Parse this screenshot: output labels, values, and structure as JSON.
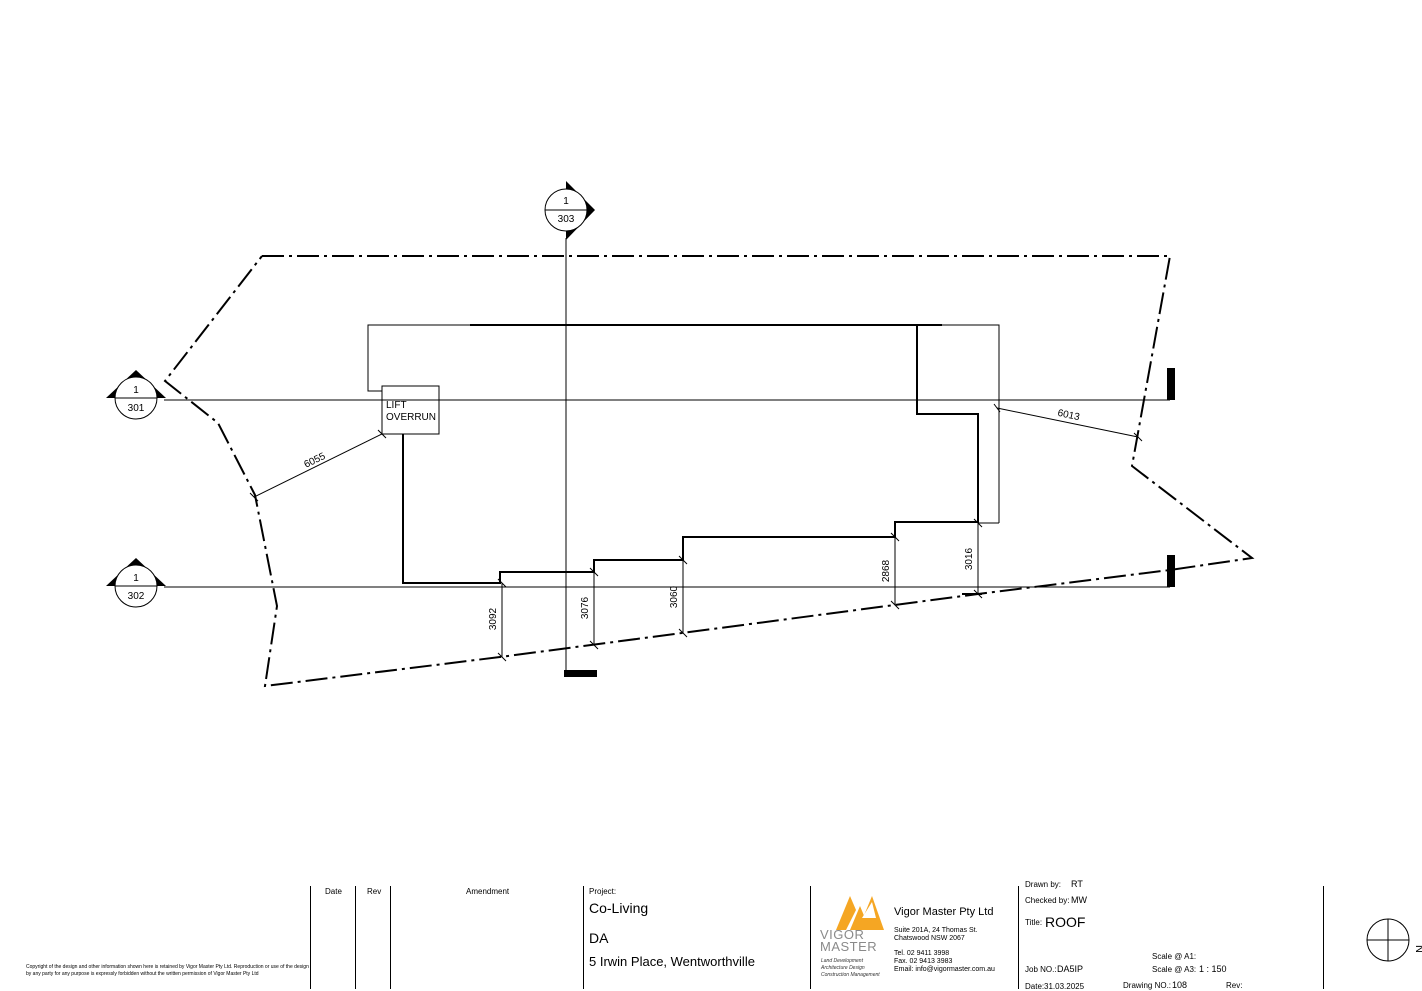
{
  "drawing": {
    "section_markers": [
      {
        "id": "marker-1-303",
        "top": "1",
        "bottom": "303"
      },
      {
        "id": "marker-1-301",
        "top": "1",
        "bottom": "301"
      },
      {
        "id": "marker-1-302",
        "top": "1",
        "bottom": "302"
      }
    ],
    "lift_label_line1": "LIFT",
    "lift_label_line2": "OVERRUN",
    "dimensions": [
      "6055",
      "6013",
      "3092",
      "3076",
      "3060",
      "2868",
      "3016"
    ]
  },
  "title_block": {
    "copyright": "Copyright of the design and other information shown here is retained by Vigor Master Pty Ltd. Reproduction or use of the design by any party for any purpose is expressly forbidden without the written permission of Vigor Master Pty Ltd",
    "headers": {
      "date": "Date",
      "rev": "Rev",
      "amendment": "Amendment"
    },
    "project_label": "Project:",
    "project_name": "Co-Living",
    "project_type": "DA",
    "project_address": "5 Irwin Place, Wentworthville",
    "logo_line1": "VIGOR",
    "logo_line2": "MASTER",
    "logo_tag1": "Land Development",
    "logo_tag2": "Architecture Design",
    "logo_tag3": "Construction Management",
    "company_name": "Vigor Master Pty Ltd",
    "company_address1": "Suite 201A, 24 Thomas St.",
    "company_address2": "Chatswood NSW 2067",
    "company_tel": "Tel.  02 9411 3998",
    "company_fax": "Fax.  02 9413 3983",
    "company_email": "Email: info@vigormaster.com.au",
    "drawn_by_label": "Drawn by:",
    "drawn_by": "RT",
    "checked_by_label": "Checked by:",
    "checked_by": "MW",
    "title_label": "Title:",
    "title": "ROOF",
    "job_no_label": "Job NO.:",
    "job_no": "DA5IP",
    "scale_a1_label": "Scale @ A1:",
    "scale_a3_label": "Scale @ A3:",
    "scale_a3": "1 : 150",
    "date_label": "Date:",
    "date": "31.03.2025",
    "drawing_no_label": "Drawing NO.:",
    "drawing_no": "108",
    "rev_label": "Rev:",
    "north_label": "N"
  },
  "colors": {
    "line": "#000000",
    "logo_orange": "#f5a623",
    "logo_grey": "#8a8a8a"
  }
}
